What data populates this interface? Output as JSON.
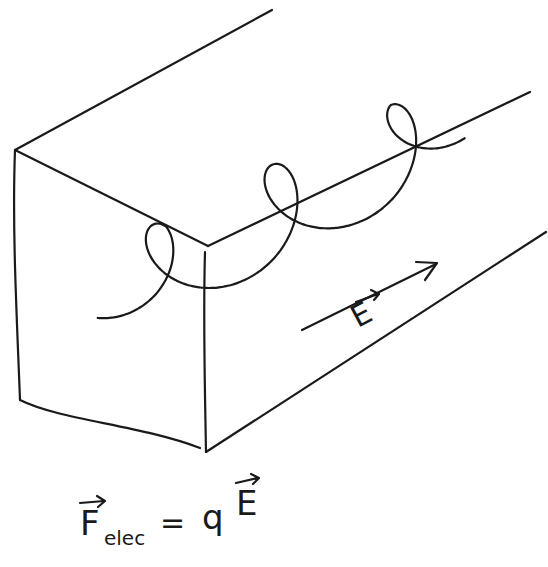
{
  "diagram": {
    "labels": [
      "E",
      "F",
      "elec",
      "=",
      "q",
      "E"
    ]
  }
}
